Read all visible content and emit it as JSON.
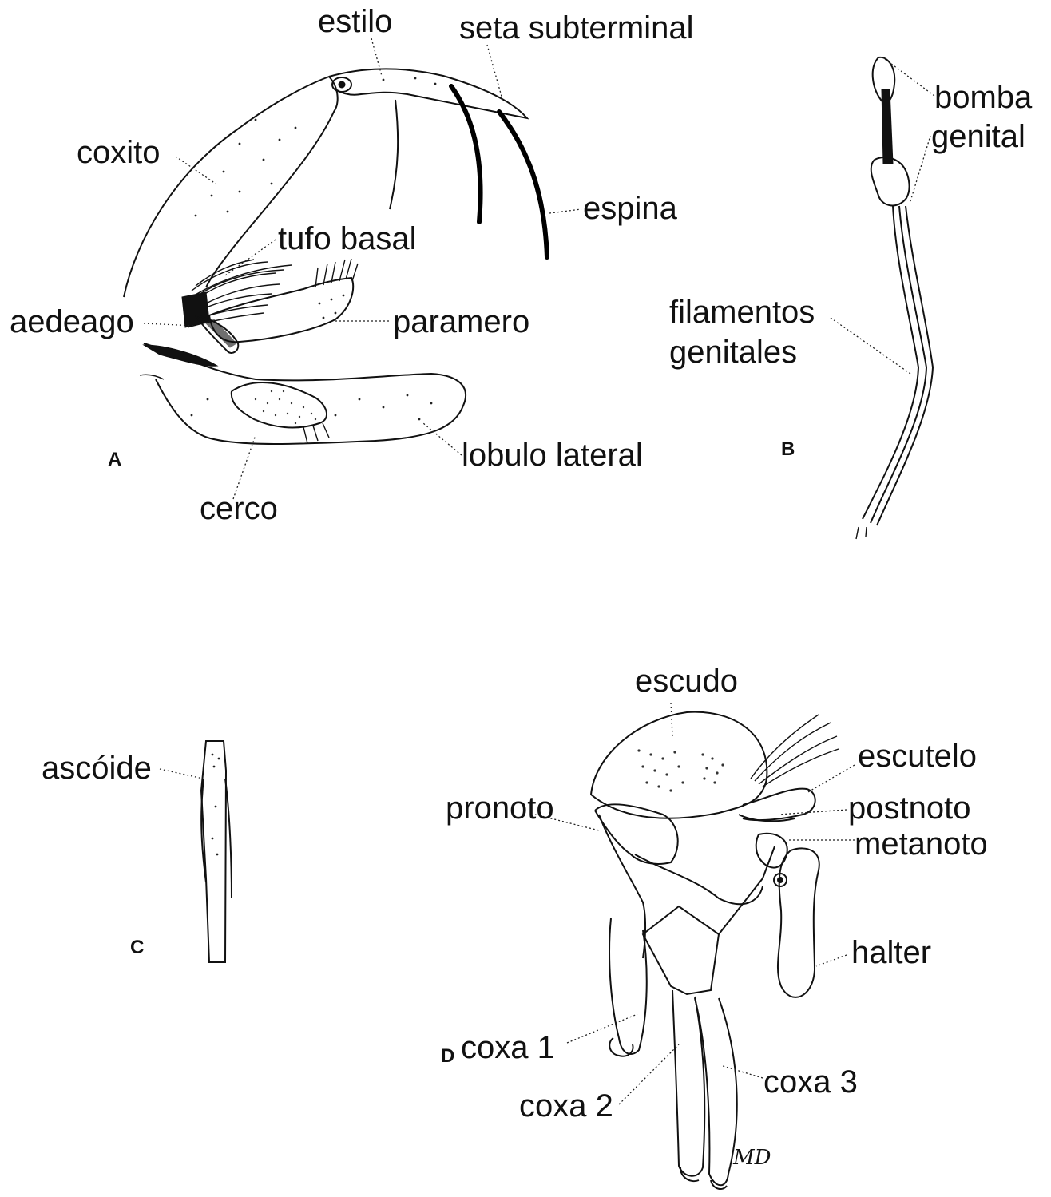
{
  "panels": {
    "a": "A",
    "b": "B",
    "c": "C",
    "d": "D"
  },
  "labels": {
    "estilo": "estilo",
    "seta_subterminal": "seta subterminal",
    "coxito": "coxito",
    "espina": "espina",
    "tufo_basal": "tufo basal",
    "aedeago": "aedeago",
    "paramero": "paramero",
    "lobulo_lateral": "lobulo lateral",
    "cerco": "cerco",
    "bomba": "bomba",
    "genital": "genital",
    "filamentos": "filamentos",
    "genitales": "genitales",
    "ascoide": "ascóide",
    "escudo": "escudo",
    "escutelo": "escutelo",
    "pronoto": "pronoto",
    "postnoto": "postnoto",
    "metanoto": "metanoto",
    "halter": "halter",
    "coxa1": "coxa 1",
    "coxa2": "coxa 2",
    "coxa3": "coxa 3"
  },
  "signature": "MD"
}
